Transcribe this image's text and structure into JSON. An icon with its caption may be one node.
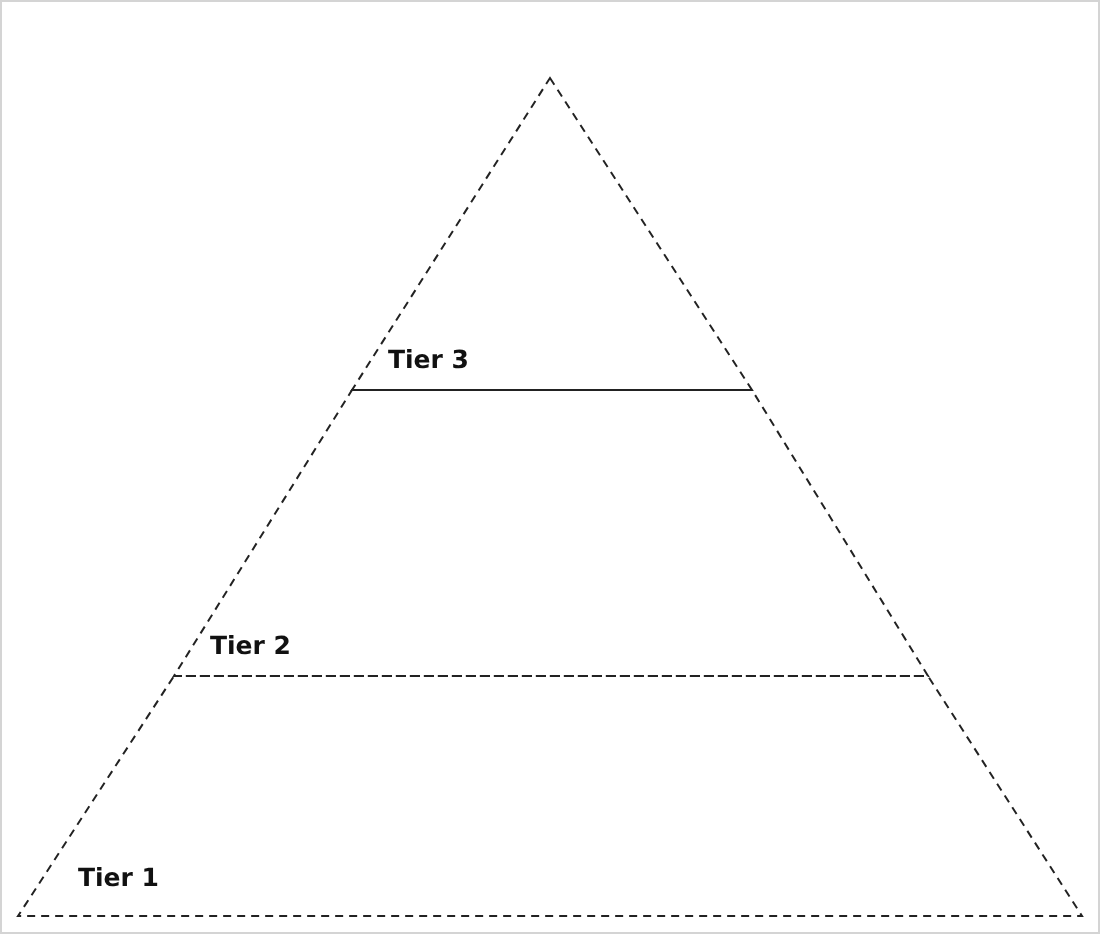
{
  "diagram": {
    "nodes": [
      {
        "text": [
          "Tier 3"
        ]
      },
      {
        "text": [
          "Tier 2"
        ]
      },
      {
        "text": [
          "Tier 1"
        ]
      }
    ]
  }
}
